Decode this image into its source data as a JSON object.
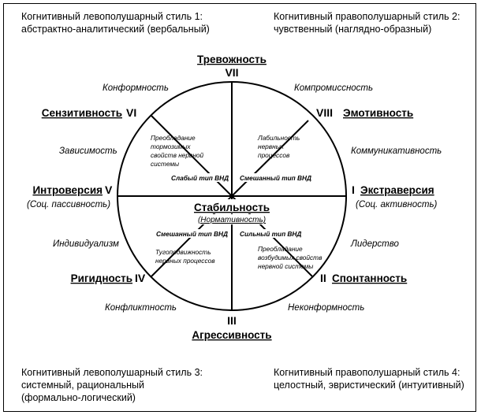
{
  "corners": {
    "top_left": [
      "Когнитивный левополушарный стиль 1:",
      "абстрактно-аналитический (вербальный)"
    ],
    "top_right": [
      "Когнитивный правополушарный стиль 2:",
      "чувственный  (наглядно-образный)"
    ],
    "bottom_left": [
      "Когнитивный левополушарный стиль 3:",
      "системный,  рациональный",
      "(формально-логический)"
    ],
    "bottom_right": [
      "Когнитивный правополушарный стиль 4:",
      "целостный, эвристический (интуитивный)"
    ]
  },
  "types": {
    "top": {
      "title": "Тревожность",
      "roman": "VII"
    },
    "bottom": {
      "title": "Агрессивность",
      "roman": "III"
    },
    "left": {
      "title": "Интроверсия",
      "roman": "V",
      "social": "(Соц. пассивность)"
    },
    "right": {
      "title": "Экстраверсия",
      "roman": "I",
      "social": "(Соц. активность)"
    },
    "upper_left": {
      "title": "Сензитивность",
      "roman": "VI"
    },
    "upper_right": {
      "title": "Эмотивность",
      "roman": "VIII"
    },
    "lower_left": {
      "title": "Ригидность",
      "roman": "IV"
    },
    "lower_right": {
      "title": "Спонтанность",
      "roman": "II"
    }
  },
  "traits": {
    "conformity": "Конформность",
    "compromise": "Компромиссность",
    "dependence": "Зависимость",
    "communicativeness": "Коммуникативность",
    "individualism": "Индивидуализм",
    "leadership": "Лидерство",
    "conflict": "Конфликтность",
    "nonconformity": "Неконформность"
  },
  "center": {
    "title": "Стабильность",
    "subtitle": "(Нормативность)"
  },
  "quadrants": {
    "ul_note": [
      "Преобладание",
      "тормозимых",
      "свойств нервной",
      "системы"
    ],
    "ul_vnd": "Слабый тип ВНД",
    "ur_note": [
      "Лабильность",
      "нервных",
      "процессов"
    ],
    "ur_vnd": "Смешанный тип ВНД",
    "ll_vnd": "Смешанный тип ВНД",
    "ll_note": [
      "Тугоподвижность",
      "нервных процессов"
    ],
    "lr_vnd": "Сильный тип ВНД",
    "lr_note": [
      "Преобладание",
      "возбудимых свойств",
      "нервной системы"
    ]
  }
}
